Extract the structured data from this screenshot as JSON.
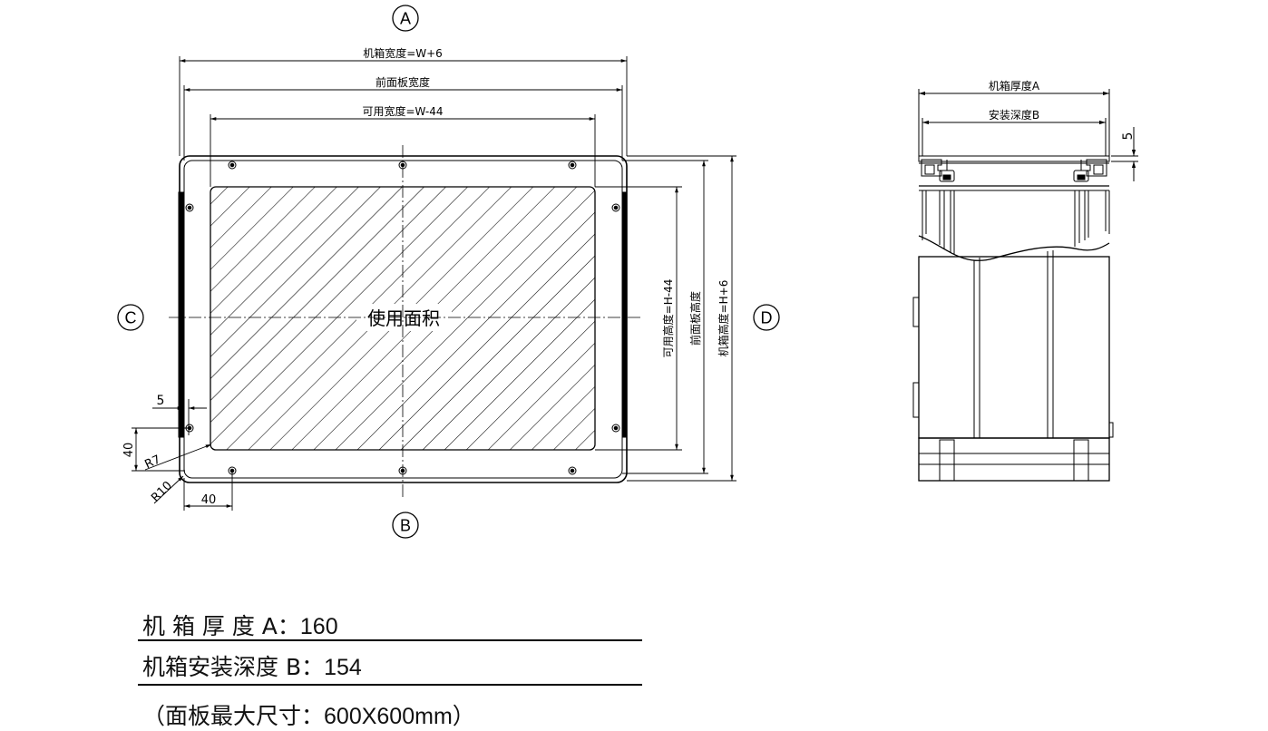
{
  "front_view": {
    "circle_top": "A",
    "circle_bottom": "B",
    "circle_left": "C",
    "circle_right": "D",
    "dim_case_width": "机箱宽度=W+6",
    "dim_panel_width": "前面板宽度",
    "dim_usable_width": "可用宽度=W-44",
    "dim_usable_height": "可用高度=H-44",
    "dim_panel_height": "前面板高度",
    "dim_case_height": "机箱高度=H+6",
    "usable_area_label": "使用面积",
    "dim_offset_5": "5",
    "dim_40_vertical": "40",
    "dim_40_horizontal": "40",
    "radius_inner": "R7",
    "radius_outer": "R10"
  },
  "side_view": {
    "dim_case_thickness": "机箱厚度A",
    "dim_install_depth": "安装深度B",
    "dim_5": "5"
  },
  "specs": {
    "thickness_label": "机 箱 厚 度 A：",
    "thickness_value": "160",
    "depth_label": "机箱安装深度 B：",
    "depth_value": "154",
    "panel_max_prefix": "（面板最大尺寸：",
    "panel_max_value": "600X600mm",
    "panel_max_suffix": "）"
  }
}
